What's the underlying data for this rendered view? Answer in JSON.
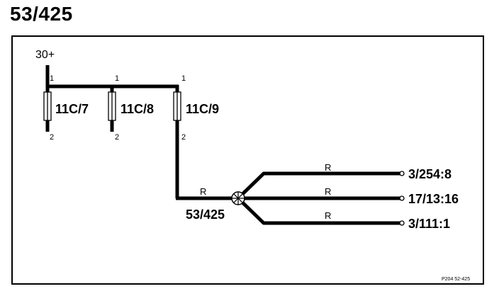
{
  "page": {
    "title": "53/425"
  },
  "diagram": {
    "supply_label": "30+",
    "fuses": [
      {
        "id": "11C/7",
        "pin_top": "1",
        "pin_bottom": "2"
      },
      {
        "id": "11C/8",
        "pin_top": "1",
        "pin_bottom": "2"
      },
      {
        "id": "11C/9",
        "pin_top": "1",
        "pin_bottom": "2"
      }
    ],
    "splice": {
      "id": "53/425",
      "in_wire_color": "R"
    },
    "outputs": [
      {
        "destination": "3/254:8",
        "wire_color": "R"
      },
      {
        "destination": "17/13:16",
        "wire_color": "R"
      },
      {
        "destination": "3/111:1",
        "wire_color": "R"
      }
    ],
    "reference": "P204  52-425"
  }
}
